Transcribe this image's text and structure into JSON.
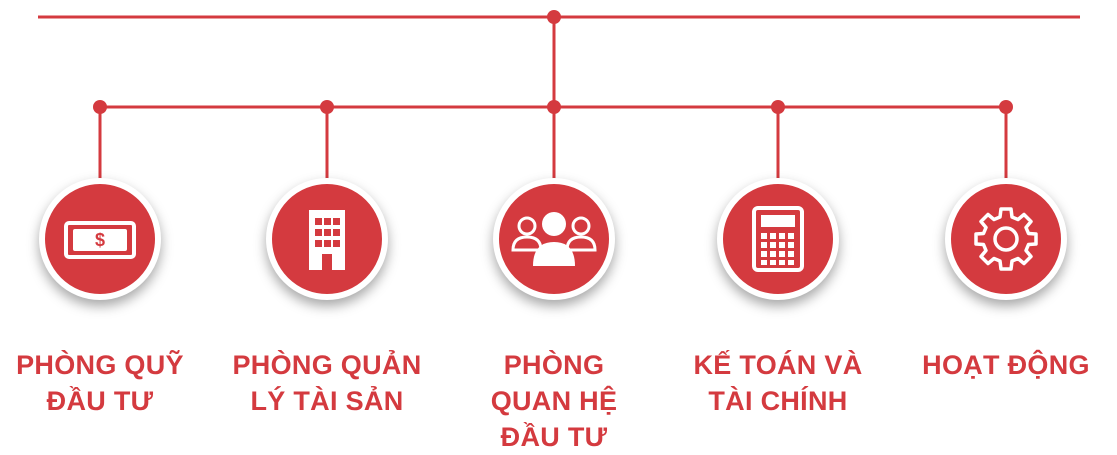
{
  "colors": {
    "accent": "#d43a3f",
    "background": "#ffffff"
  },
  "departments": [
    {
      "icon": "money-bill-icon",
      "lines": [
        "PHÒNG QUỸ",
        "ĐẦU TƯ"
      ]
    },
    {
      "icon": "building-icon",
      "lines": [
        "PHÒNG QUẢN",
        "LÝ TÀI SẢN"
      ]
    },
    {
      "icon": "people-group-icon",
      "lines": [
        "PHÒNG",
        "QUAN HỆ",
        "ĐẦU TƯ"
      ]
    },
    {
      "icon": "calculator-icon",
      "lines": [
        "KẾ TOÁN VÀ",
        "TÀI CHÍNH"
      ]
    },
    {
      "icon": "gear-icon",
      "lines": [
        "HOẠT ĐỘNG"
      ]
    }
  ]
}
